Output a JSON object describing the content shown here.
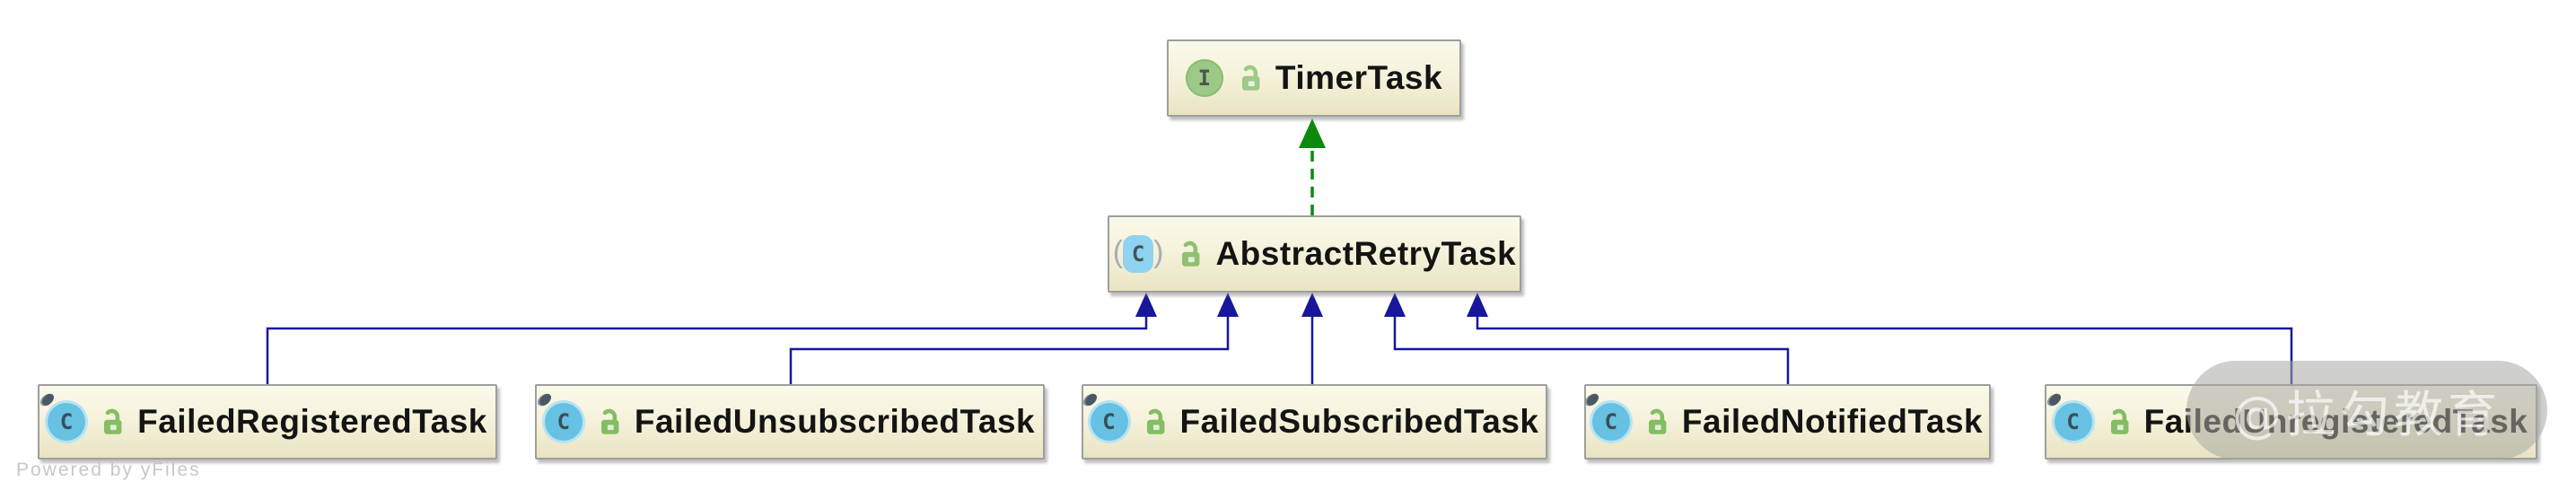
{
  "diagram": {
    "kind": "uml-class-hierarchy",
    "nodes": [
      {
        "label": "TimerTask",
        "type": "interface",
        "visibility": "public"
      },
      {
        "label": "AbstractRetryTask",
        "type": "abstract-class",
        "visibility": "public"
      },
      {
        "label": "FailedRegisteredTask",
        "type": "final-class",
        "visibility": "public"
      },
      {
        "label": "FailedUnsubscribedTask",
        "type": "final-class",
        "visibility": "public"
      },
      {
        "label": "FailedSubscribedTask",
        "type": "final-class",
        "visibility": "public"
      },
      {
        "label": "FailedNotifiedTask",
        "type": "final-class",
        "visibility": "public"
      },
      {
        "label": "FailedUnregisteredTask",
        "type": "final-class",
        "visibility": "public"
      }
    ],
    "edges": [
      {
        "from": "AbstractRetryTask",
        "to": "TimerTask",
        "relation": "implements",
        "style": "dashed-green-arrow"
      },
      {
        "from": "FailedRegisteredTask",
        "to": "AbstractRetryTask",
        "relation": "extends",
        "style": "solid-blue-arrow"
      },
      {
        "from": "FailedUnsubscribedTask",
        "to": "AbstractRetryTask",
        "relation": "extends",
        "style": "solid-blue-arrow"
      },
      {
        "from": "FailedSubscribedTask",
        "to": "AbstractRetryTask",
        "relation": "extends",
        "style": "solid-blue-arrow"
      },
      {
        "from": "FailedNotifiedTask",
        "to": "AbstractRetryTask",
        "relation": "extends",
        "style": "solid-blue-arrow"
      },
      {
        "from": "FailedUnregisteredTask",
        "to": "AbstractRetryTask",
        "relation": "extends",
        "style": "solid-blue-arrow"
      }
    ]
  },
  "icons": {
    "interface_letter": "I",
    "class_letter": "C",
    "paren_open": "(",
    "paren_close": ")"
  },
  "footer": {
    "text": "Powered by yFiles"
  },
  "watermark": {
    "text": "@拉勾教育"
  },
  "colors": {
    "edge_extends": "#17179b",
    "edge_implements": "#0b8a0b",
    "node_border": "#9e9e9e",
    "node_bg_top": "#fbf9ea",
    "node_bg_bottom": "#e8e4c2",
    "interface_icon": "#9cca86",
    "class_icon": "#66c1e2",
    "lock_icon": "#8fc070"
  }
}
